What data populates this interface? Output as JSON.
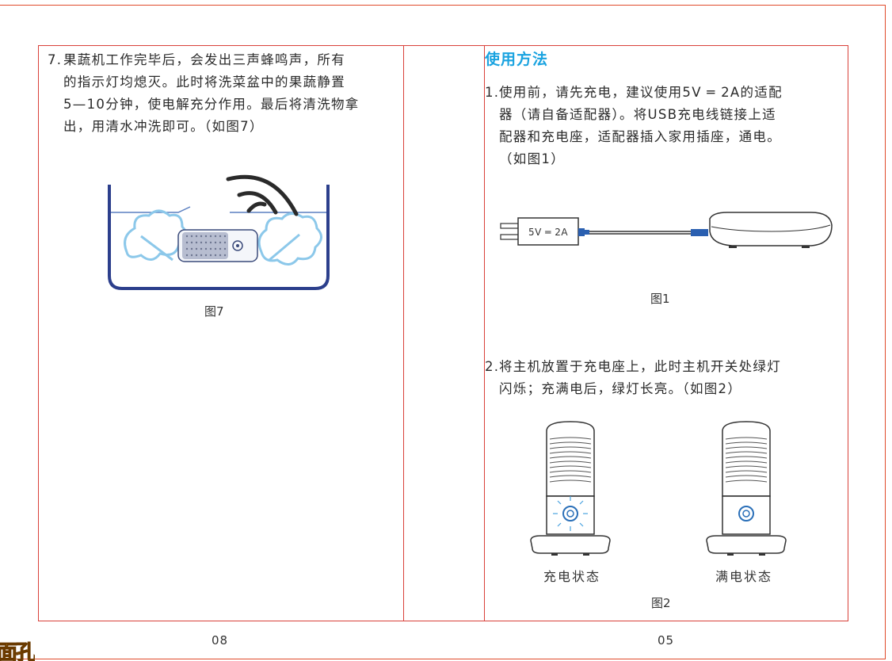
{
  "left_page": {
    "step7_num": "7.",
    "step7_lines": [
      "果蔬机工作完毕后，会发出三声蜂鸣声，所有",
      "的指示灯均熄灭。此时将洗菜盆中的果蔬静置",
      "5—10分钟，使电解充分作用。最后将清洗物拿",
      "出，用清水冲洗即可。（如图7）"
    ],
    "figure7_caption": "图7",
    "page_number": "08"
  },
  "right_page": {
    "heading": "使用方法",
    "step1_num": "1.",
    "step1_lines": [
      "使用前，请先充电，建议使用5V ═ 2A的适配",
      "器（请自备适配器）。将USB充电线链接上适",
      "配器和充电座，适配器插入家用插座，通电。",
      "（如图1）"
    ],
    "adapter_label": "5V ═ 2A",
    "figure1_caption": "图1",
    "step2_num": "2.",
    "step2_lines": [
      "将主机放置于充电座上，此时主机开关处绿灯",
      "闪烁；充满电后，绿灯长亮。（如图2）"
    ],
    "charging_label": "充电状态",
    "full_label": "满电状态",
    "figure2_caption": "图2",
    "page_number": "05"
  },
  "corner_logo": "面孔",
  "colors": {
    "frame": "#d9413a",
    "heading": "#1aa3e0",
    "water": "#3a7fc4",
    "device_blue": "#2a6fb8"
  }
}
